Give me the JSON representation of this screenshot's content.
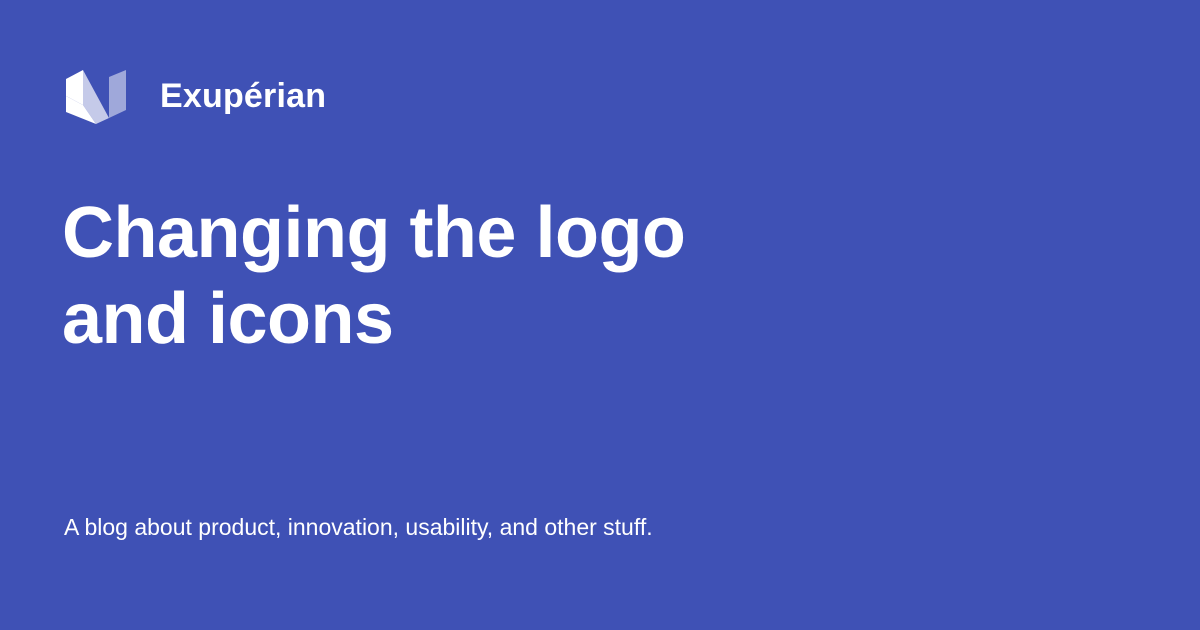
{
  "colors": {
    "background": "#3f51b5",
    "text": "#ffffff",
    "logo_light": "#ffffff",
    "logo_mid": "#c5cae9",
    "logo_dark": "#9fa8da"
  },
  "brand": {
    "logo_icon": "exuperian-logo-icon",
    "name": "Exupérian"
  },
  "post": {
    "title_lines": [
      "Changing the logo",
      "and icons"
    ]
  },
  "blog": {
    "tagline": "A blog about product, innovation, usability, and other stuff."
  }
}
